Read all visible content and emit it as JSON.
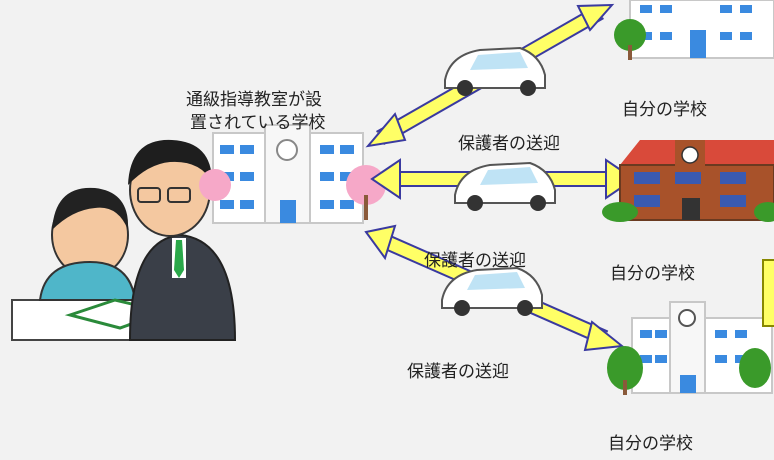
{
  "center_school_label": [
    "通級指導教室が設",
    "置されている学校"
  ],
  "transport_labels": [
    "保護者の送迎",
    "保護者の送迎",
    "保護者の送迎"
  ],
  "own_school_labels": [
    "自分の学校",
    "自分の学校",
    "自分の学校"
  ],
  "colors": {
    "arrow_fill": "#ffff66",
    "arrow_stroke": "#3a3aa0",
    "background": "#f2f2f2",
    "cherry": "#f6a8c8",
    "tree": "#3a9a2a",
    "brick": "#a8522a",
    "roof": "#d94a3a"
  }
}
